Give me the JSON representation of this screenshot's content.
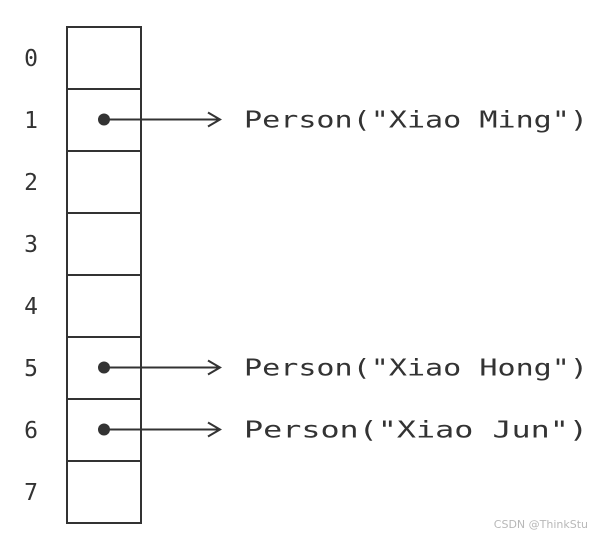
{
  "array": {
    "indices": [
      "0",
      "1",
      "2",
      "3",
      "4",
      "5",
      "6",
      "7"
    ]
  },
  "references": [
    {
      "index": 1,
      "text": "Person(\"Xiao Ming\")"
    },
    {
      "index": 5,
      "text": "Person(\"Xiao Hong\")"
    },
    {
      "index": 6,
      "text": "Person(\"Xiao Jun\")"
    }
  ],
  "watermark": "CSDN @ThinkStu",
  "colors": {
    "stroke": "#333333",
    "text": "#333333",
    "watermark": "#b8b8b8",
    "background": "#ffffff"
  }
}
